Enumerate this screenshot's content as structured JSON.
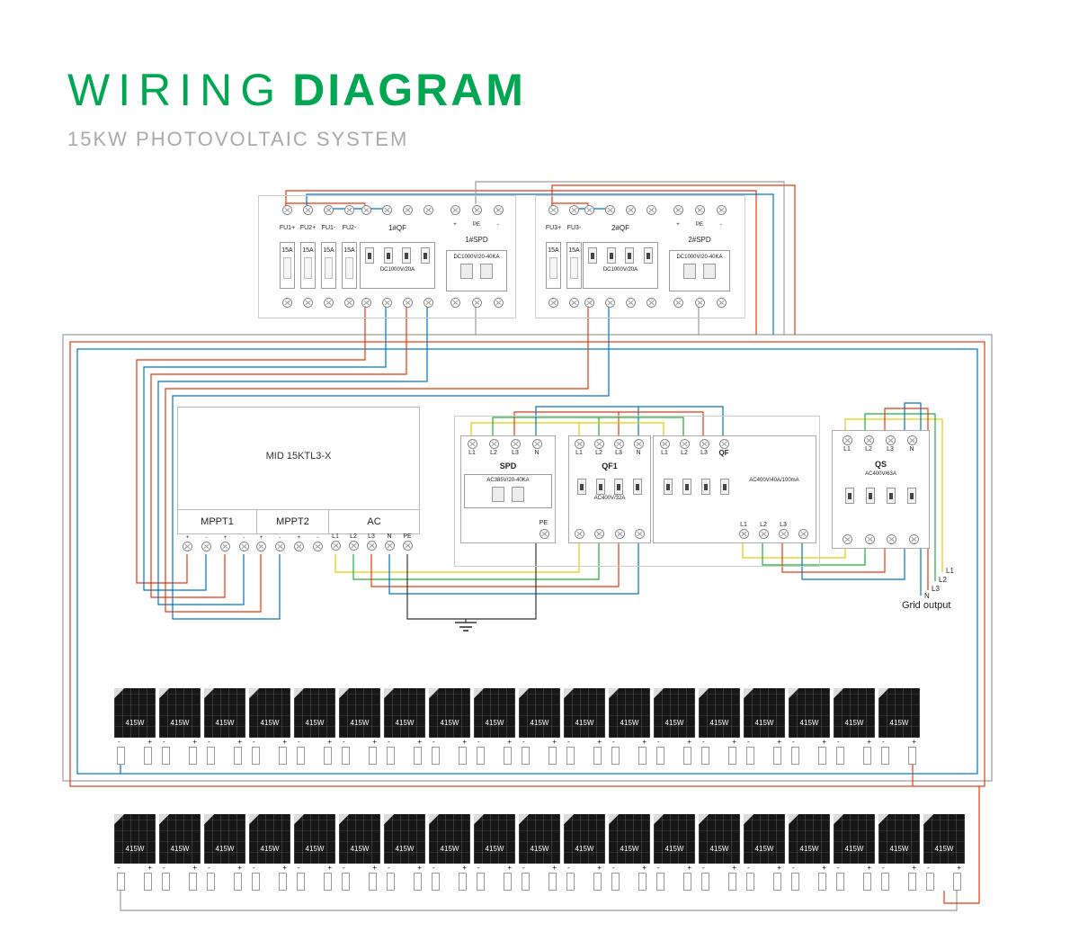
{
  "title": {
    "word1": "WIRING",
    "word2": "DIAGRAM",
    "subtitle": "15KW PHOTOVOLTAIC SYSTEM"
  },
  "colors": {
    "brand_green": "#00A651",
    "wire_red": "#e8380d",
    "wire_blue": "#0075c2",
    "wire_gray": "#9a9a9a",
    "wire_black": "#333333",
    "wire_yellow": "#e3cf00",
    "wire_green": "#22ac38"
  },
  "combiner1": {
    "fuses": [
      {
        "label": "FU1+",
        "rating": "15A"
      },
      {
        "label": "FU2+",
        "rating": "15A"
      },
      {
        "label": "FU1-",
        "rating": "15A"
      },
      {
        "label": "FU2-",
        "rating": "15A"
      }
    ],
    "breaker": {
      "label": "1#QF",
      "rating": "DC1000V/20A"
    },
    "spd": {
      "label": "1#SPD",
      "rating": "DC1000V/20-40KA",
      "terminals": [
        "+",
        "PE",
        "-"
      ]
    }
  },
  "combiner2": {
    "fuses": [
      {
        "label": "FU3+",
        "rating": "15A"
      },
      {
        "label": "FU3-",
        "rating": "15A"
      }
    ],
    "breaker": {
      "label": "2#QF",
      "rating": "DC1000V/20A"
    },
    "spd": {
      "label": "2#SPD",
      "rating": "DC1000V/20-40KA",
      "terminals": [
        "+",
        "PE",
        "-"
      ]
    }
  },
  "inverter": {
    "model": "MID 15KTL3-X",
    "section_labels": [
      "MPPT1",
      "MPPT2",
      "AC"
    ],
    "mppt1_polarity": [
      "+",
      "-",
      "+",
      "-"
    ],
    "mppt2_polarity": [
      "+",
      "-",
      "+",
      "-"
    ],
    "ac_terminals": [
      "L1",
      "L2",
      "L3",
      "N",
      "PE"
    ]
  },
  "ac_panel": {
    "spd": {
      "top_terminals": [
        "L1",
        "L2",
        "L3",
        "N"
      ],
      "label": "SPD",
      "rating": "AC385V/20-40KA",
      "pe_label": "PE"
    },
    "qf1": {
      "top_terminals": [
        "L1",
        "L2",
        "L3",
        "N"
      ],
      "label": "QF1",
      "rating": "AC400V/32A"
    },
    "qf": {
      "top_terminals": [
        "L1",
        "L2",
        "L3"
      ],
      "label": "QF",
      "rating": "AC400V/40A/100mA",
      "bottom_terminals": [
        "L1",
        "L2",
        "L3"
      ]
    },
    "qs": {
      "top_terminals": [
        "L1",
        "L2",
        "L3",
        "N"
      ],
      "label": "QS",
      "rating": "AC400V/63A"
    }
  },
  "grid_output": {
    "lines": [
      "L1",
      "L2",
      "L3",
      "N"
    ],
    "caption": "Grid output"
  },
  "pv": {
    "neg": "-",
    "pos": "+",
    "row1": [
      "415W",
      "415W",
      "415W",
      "415W",
      "415W",
      "415W",
      "415W",
      "415W",
      "415W",
      "415W",
      "415W",
      "415W",
      "415W",
      "415W",
      "415W",
      "415W",
      "415W",
      "415W"
    ],
    "row2": [
      "415W",
      "415W",
      "415W",
      "415W",
      "415W",
      "415W",
      "415W",
      "415W",
      "415W",
      "415W",
      "415W",
      "415W",
      "415W",
      "415W",
      "415W",
      "415W",
      "415W",
      "415W",
      "415W"
    ]
  }
}
